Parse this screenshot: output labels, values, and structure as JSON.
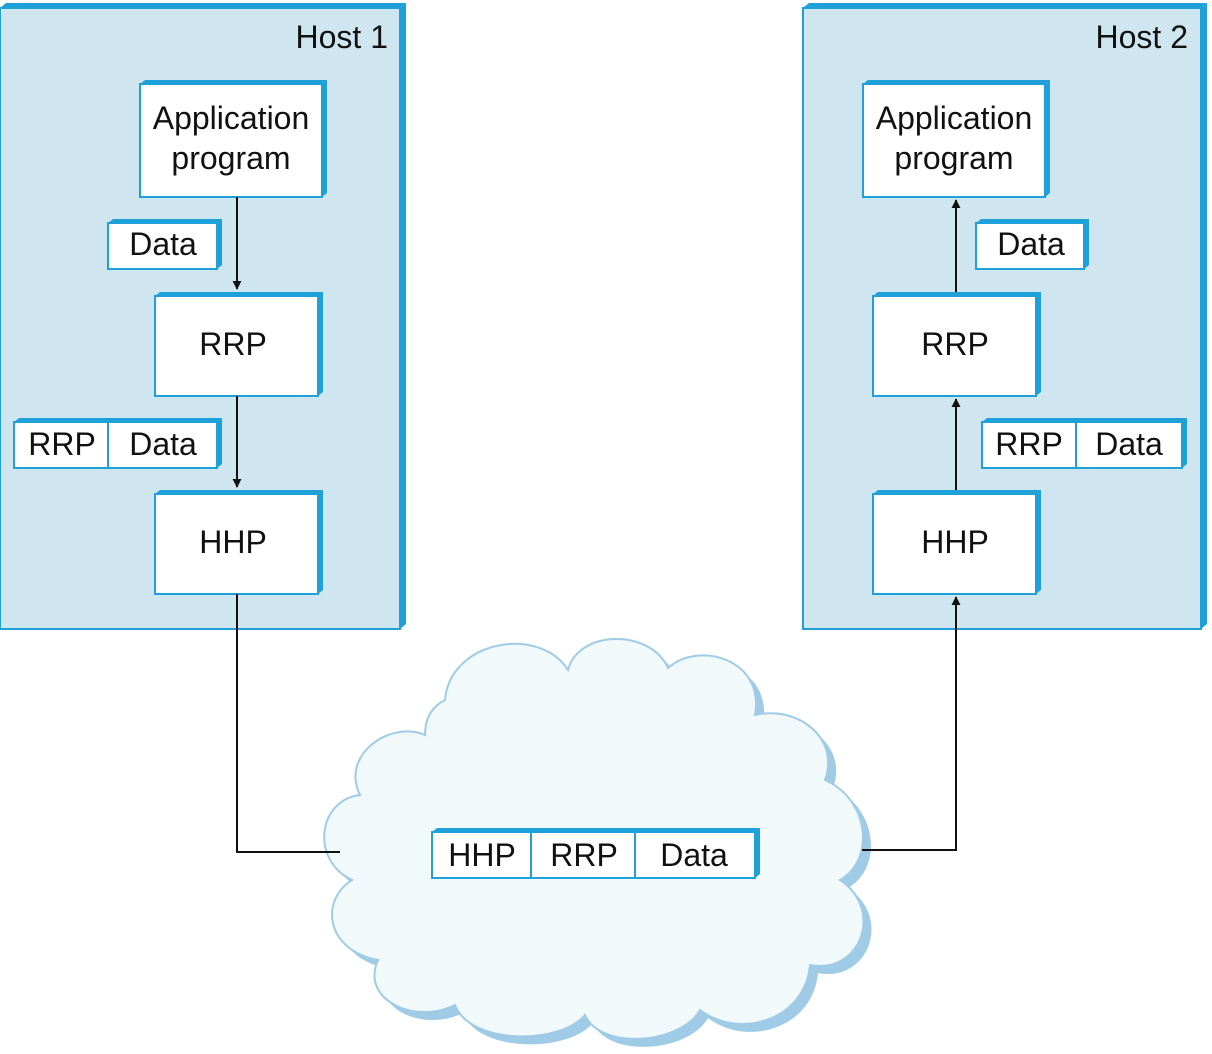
{
  "hosts": {
    "host1": {
      "title": "Host 1",
      "app_line1": "Application",
      "app_line2": "program",
      "data_msg": [
        "Data"
      ],
      "rrp_label": "RRP",
      "rrp_msg": [
        "RRP",
        "Data"
      ],
      "hhp_label": "HHP"
    },
    "host2": {
      "title": "Host 2",
      "app_line1": "Application",
      "app_line2": "program",
      "data_msg": [
        "Data"
      ],
      "rrp_label": "RRP",
      "rrp_msg": [
        "RRP",
        "Data"
      ],
      "hhp_label": "HHP"
    }
  },
  "network": {
    "packet": [
      "HHP",
      "RRP",
      "Data"
    ]
  },
  "colors": {
    "host_fill": "#cfe6f0",
    "accent": "#1ea0d8",
    "box_fill": "#ffffff",
    "cloud_fill": "#f2f9fb",
    "cloud_shadow": "#9fcbe6",
    "line": "#111111"
  }
}
